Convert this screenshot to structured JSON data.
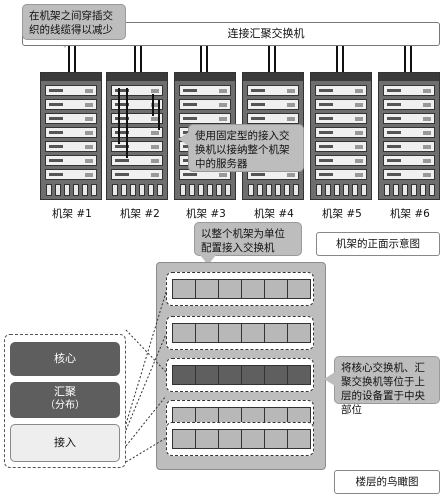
{
  "callouts": {
    "cabling": "在机架之间穿插交织的线缆得以减少",
    "fixed_switch": "使用固定型的接入交换机以接纳整个机架中的服务器",
    "per_rack": "以整个机架为单位配置接入交换机",
    "core_center": "将核心交换机、汇聚交换机等位于上层的设备置于中央部位"
  },
  "aggregation_switch": "连接汇聚交换机",
  "racks": [
    "机架 #1",
    "机架 #2",
    "机架 #3",
    "机架 #4",
    "机架 #5",
    "机架 #6"
  ],
  "rack_view_label": "机架的正面示意图",
  "floor_view_label": "楼层的鸟瞰图",
  "layers": {
    "core": "核心",
    "aggregation_line1": "汇聚",
    "aggregation_line2": "（分布）",
    "access": "接入"
  }
}
